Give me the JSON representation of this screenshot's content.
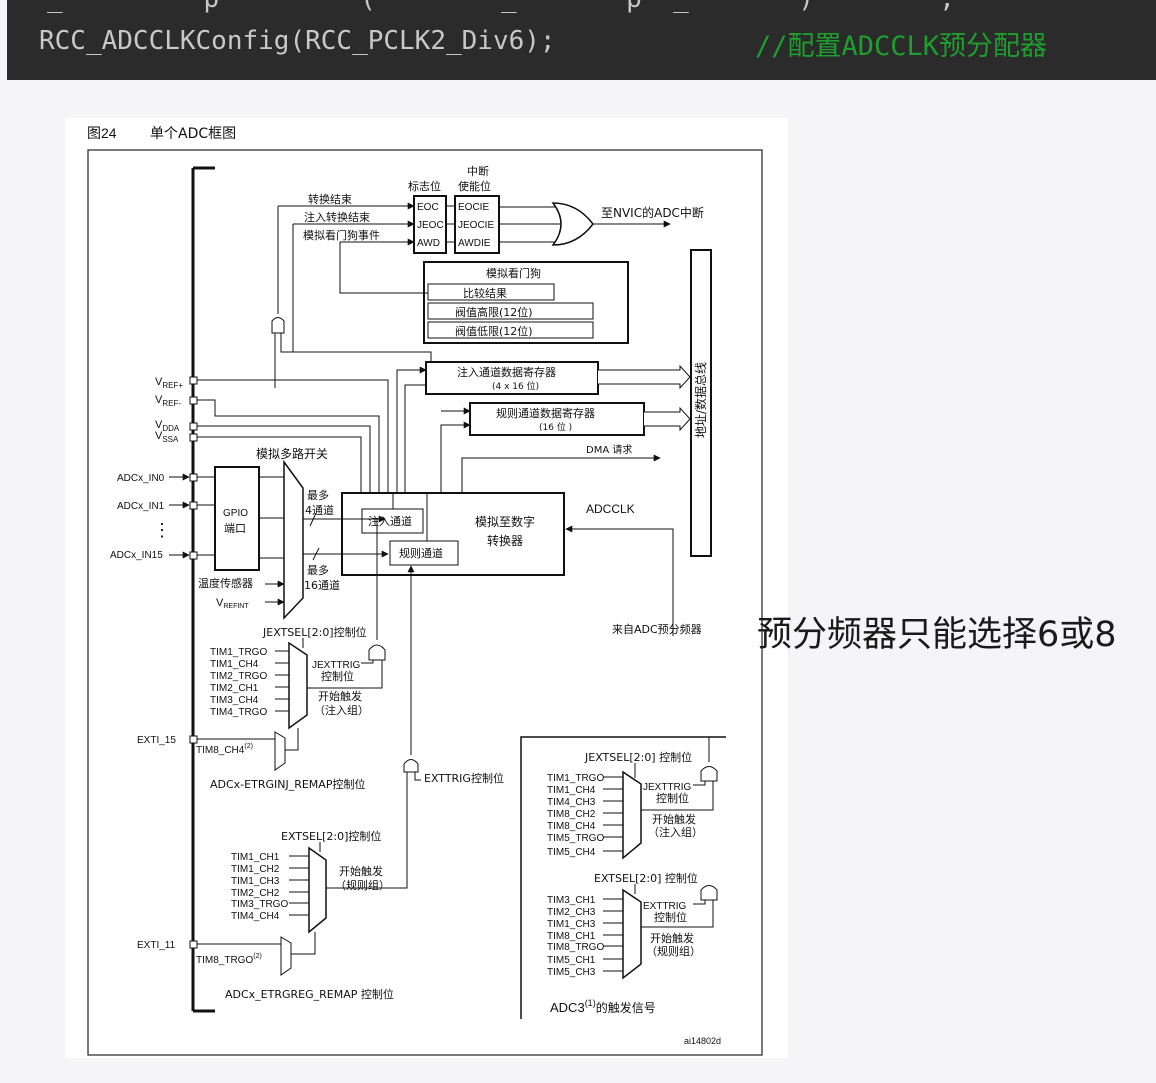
{
  "code": {
    "top_partial": "_         p         (        _       p  _       )        ;",
    "line": "RCC_ADCCLKConfig(RCC_PCLK2_Div6);",
    "comment": "//配置ADCCLK预分配器"
  },
  "figure": {
    "label": "图24",
    "title": "单个ADC框图",
    "id": "ai14802d",
    "flag_title": "标志位",
    "int_title_1": "中断",
    "int_title_2": "使能位",
    "flags": [
      "EOC",
      "JEOC",
      "AWD"
    ],
    "enables": [
      "EOCIE",
      "JEOCIE",
      "AWDIE"
    ],
    "flag_signals": [
      "转换结束",
      "注入转换结束",
      "模拟看门狗事件"
    ],
    "nvic": "至NVIC的ADC中断",
    "watchdog": {
      "title": "模拟看门狗",
      "compare": "比较结果",
      "high": "阀值高限(12位)",
      "low": "阀值低限(12位)"
    },
    "injected_reg": {
      "title": "注入通道数据寄存器",
      "size": "(4 x 16 位)"
    },
    "regular_reg": {
      "title": "规则通道数据寄存器",
      "size": "(16 位 )"
    },
    "bus": "地址/数据总线",
    "dma": "DMA 请求",
    "vref_plus": {
      "main": "V",
      "sub": "REF+"
    },
    "vref_minus": {
      "main": "V",
      "sub": "REF-"
    },
    "vdda": {
      "main": "V",
      "sub": "DDA"
    },
    "vssa": {
      "main": "V",
      "sub": "SSA"
    },
    "mux": "模拟多路开关",
    "inputs": [
      "ADCx_IN0",
      "ADCx_IN1",
      "ADCx_IN15"
    ],
    "dots": "⋮",
    "gpio_1": "GPIO",
    "gpio_2": "端口",
    "temp": "温度传感器",
    "vrefint": {
      "main": "V",
      "sub": "REFINT"
    },
    "most4_1": "最多",
    "most4_2": "4通道",
    "most16_1": "最多",
    "most16_2": "16通道",
    "inj_ch": "注入通道",
    "reg_ch": "规则通道",
    "adc_1": "模拟至数字",
    "adc_2": "转换器",
    "adcclk": "ADCCLK",
    "prescaler": "来自ADC预分频器",
    "jextsel": "JEXTSEL[2:0]控制位",
    "jexttrig_1": "JEXTTRIG",
    "jexttrig_2": "控制位",
    "inj_trig_1": "开始触发",
    "inj_trig_2": "（注入组）",
    "inj_sources": [
      "TIM1_TRGO",
      "TIM1_CH4",
      "TIM2_TRGO",
      "TIM2_CH1",
      "TIM3_CH4",
      "TIM4_TRGO"
    ],
    "exti15": "EXTI_15",
    "tim8ch4": "TIM8_CH4",
    "sup2": "(2)",
    "etrginj": "ADCx-ETRGINJ_REMAP控制位",
    "exttrig": "EXTTRIG控制位",
    "extsel": "EXTSEL[2:0]控制位",
    "reg_trig_1": "开始触发",
    "reg_trig_2": "（规则组）",
    "reg_sources": [
      "TIM1_CH1",
      "TIM1_CH2",
      "TIM1_CH3",
      "TIM2_CH2",
      "TIM3_TRGO",
      "TIM4_CH4"
    ],
    "exti11": "EXTI_11",
    "tim8trgo": "TIM8_TRGO",
    "etrgreg": "ADCx_ETRGREG_REMAP 控制位",
    "adc3": {
      "jextsel": "JEXTSEL[2:0] 控制位",
      "inj_sources": [
        "TIM1_TRGO",
        "TIM1_CH4",
        "TIM4_CH3",
        "TIM8_CH2",
        "TIM8_CH4",
        "TIM5_TRGO",
        "TIM5_CH4"
      ],
      "jexttrig_1": "JEXTTRIG",
      "jexttrig_2": "控制位",
      "inj_trig_1": "开始触发",
      "inj_trig_2": "（注入组）",
      "extsel": "EXTSEL[2:0] 控制位",
      "reg_sources": [
        "TIM3_CH1",
        "TIM2_CH3",
        "TIM1_CH3",
        "TIM8_CH1",
        "TIM8_TRGO",
        "TIM5_CH1",
        "TIM5_CH3"
      ],
      "exttrig_1": "EXTTRIG",
      "exttrig_2": "控制位",
      "reg_trig_1": "开始触发",
      "reg_trig_2": "（规则组）",
      "caption": "ADC3",
      "caption_sup": "(1)",
      "caption_tail": "的触发信号"
    }
  },
  "note": "预分频器只能选择6或8"
}
